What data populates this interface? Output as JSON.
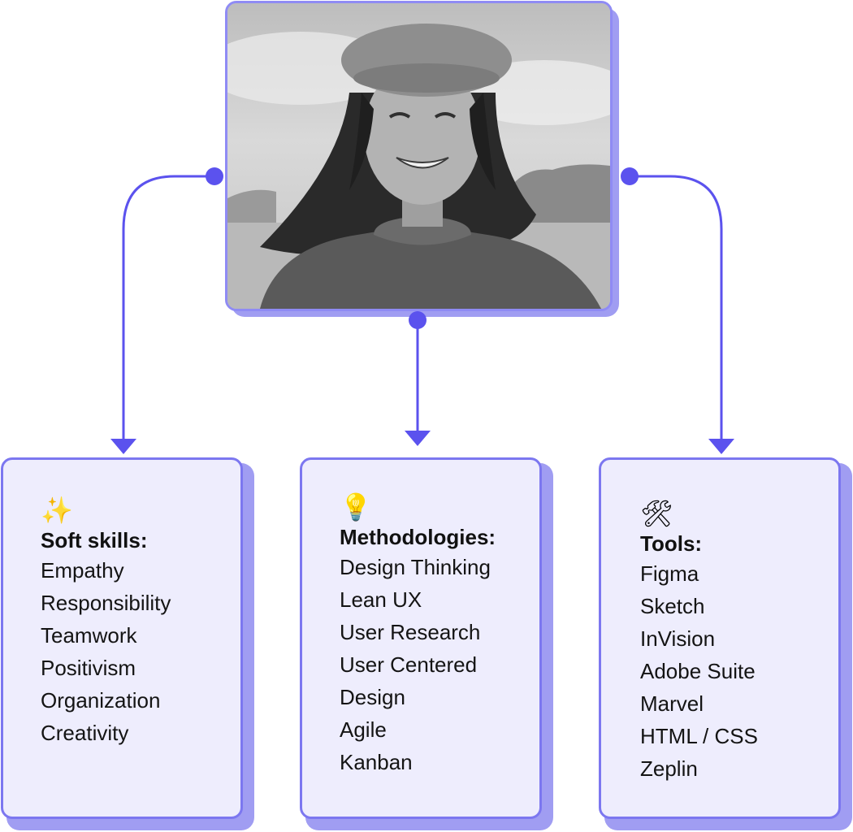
{
  "colors": {
    "accent": "#5b52ee",
    "card_background": "#eeedfd",
    "card_border": "#7c77f0",
    "card_shadow": "#a09df2",
    "text": "#141414"
  },
  "photo": {
    "subject": "smiling woman wearing a beret and knit sweater, black and white portrait"
  },
  "cards": [
    {
      "icon": "sparkles-icon",
      "emoji": "✨",
      "heading": "Soft skills:",
      "items": [
        "Empathy",
        "Responsibility",
        "Teamwork",
        "Positivism",
        "Organization",
        "Creativity"
      ]
    },
    {
      "icon": "light-bulb-icon",
      "emoji": "💡",
      "heading": "Methodologies:",
      "items": [
        "Design Thinking",
        "Lean UX",
        "User Research",
        "User Centered",
        "Design",
        "Agile",
        "Kanban"
      ]
    },
    {
      "icon": "hammer-and-wrench-icon",
      "emoji": "🛠",
      "heading": "Tools:",
      "items": [
        "Figma",
        "Sketch",
        "InVision",
        "Adobe Suite",
        "Marvel",
        "HTML / CSS",
        "Zeplin"
      ]
    }
  ]
}
